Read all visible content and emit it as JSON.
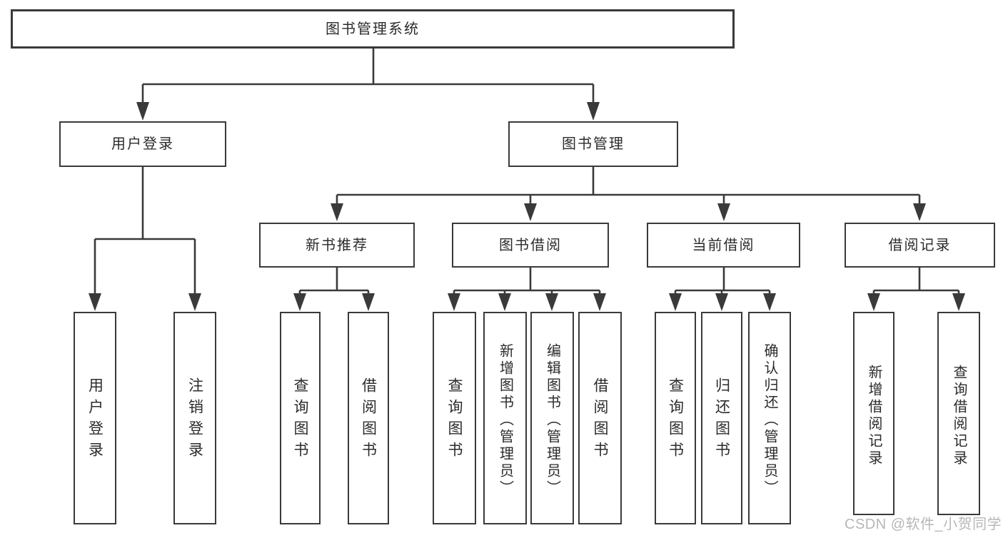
{
  "diagram": {
    "type": "tree",
    "title": "图书管理系统",
    "tree": {
      "root": {
        "label": "图书管理系统"
      },
      "branches": [
        {
          "label": "用户登录",
          "children": [
            {
              "label": "用户登录"
            },
            {
              "label": "注销登录"
            }
          ]
        },
        {
          "label": "图书管理",
          "children": [
            {
              "label": "新书推荐",
              "children": [
                {
                  "label": "查询图书"
                },
                {
                  "label": "借阅图书"
                }
              ]
            },
            {
              "label": "图书借阅",
              "children": [
                {
                  "label": "查询图书"
                },
                {
                  "label": "新增图书（管理员）"
                },
                {
                  "label": "编辑图书（管理员）"
                },
                {
                  "label": "借阅图书"
                }
              ]
            },
            {
              "label": "当前借阅",
              "children": [
                {
                  "label": "查询图书"
                },
                {
                  "label": "归还图书"
                },
                {
                  "label": "确认归还（管理员）"
                }
              ]
            },
            {
              "label": "借阅记录",
              "children": [
                {
                  "label": "新增借阅记录"
                },
                {
                  "label": "查询借阅记录"
                }
              ]
            }
          ]
        }
      ]
    },
    "colors": {
      "line": "#3a3a3a",
      "box_border": "#3a3a3a",
      "box_fill": "#ffffff",
      "text": "#2b2b2b",
      "watermark": "#aaaaaa"
    }
  },
  "watermark": {
    "text": "CSDN @软件_小贺同学"
  }
}
